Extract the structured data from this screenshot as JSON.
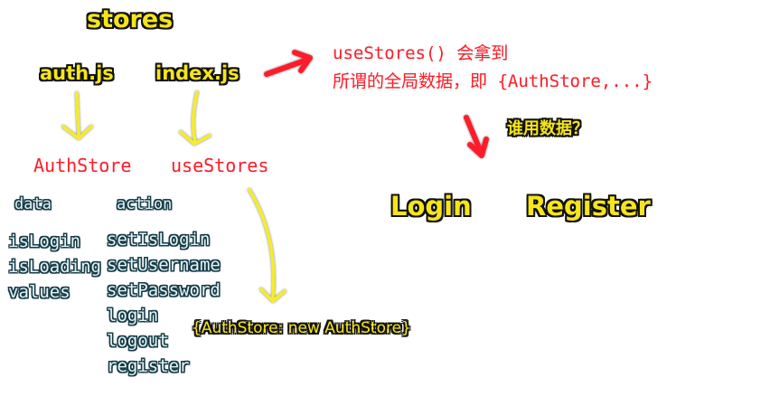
{
  "title": "stores",
  "files": {
    "auth": "auth.js",
    "index": "index.js"
  },
  "nodes": {
    "auth_store": "AuthStore",
    "use_stores": "useStores"
  },
  "auth_store_sections": {
    "data_header": "data",
    "action_header": "action"
  },
  "data_items": [
    "isLogin",
    "isLoading",
    "values"
  ],
  "action_items": [
    "setIsLogin",
    "setUsername",
    "setPassword",
    "login",
    "logout",
    "register"
  ],
  "use_stores_note": {
    "line1": "useStores() 会拿到",
    "line2": "所谓的全局数据，即 {AuthStore,...}"
  },
  "consumer_question": "谁用数据？",
  "consumers": {
    "login": "Login",
    "register": "Register"
  },
  "stores_object": "{AuthStore: new AuthStore}",
  "colors": {
    "yellow": "#f5e51a",
    "red": "#ff1e2a",
    "cyan": "#dff6fb",
    "outline": "#111111"
  }
}
